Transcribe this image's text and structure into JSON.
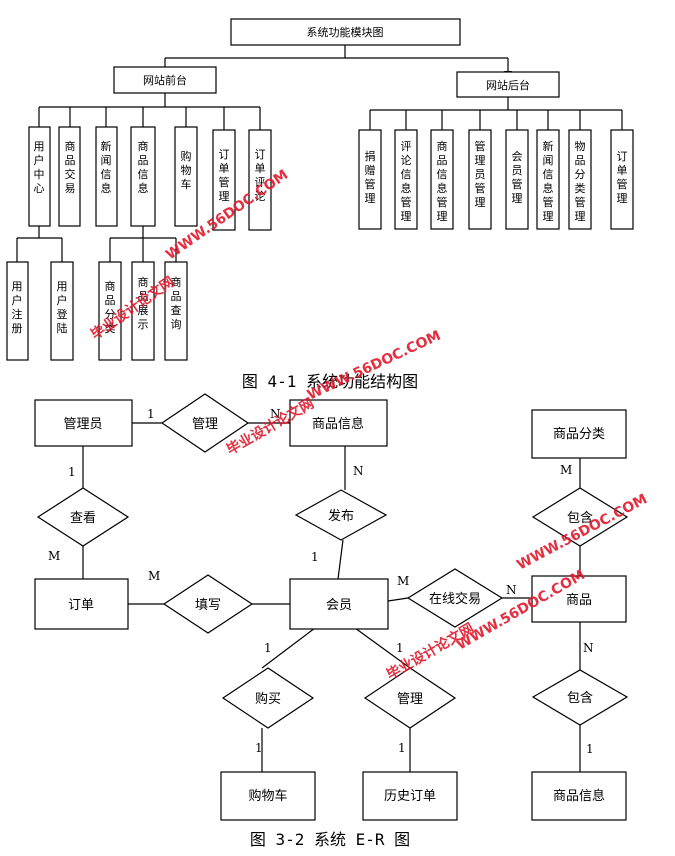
{
  "diagram1": {
    "root": "系统功能模块图",
    "front": "网站前台",
    "back": "网站后台",
    "front_modules": [
      "用户中心",
      "商品交易",
      "新闻信息",
      "商品信息",
      "购物车",
      "订单管理",
      "订单评论"
    ],
    "user_sub": [
      "用户注册",
      "用户登陆"
    ],
    "goods_sub": [
      "商品分类",
      "商品展示",
      "商品查询"
    ],
    "back_modules": [
      "捐赠管理",
      "评论信息管理",
      "商品信息管理",
      "管理员管理",
      "会员管理",
      "新闻信息管理",
      "物品分类管理",
      "订单管理"
    ],
    "caption": "图 4-1 系统功能结构图"
  },
  "diagram2": {
    "entities": {
      "admin": "管理员",
      "goods_info_top": "商品信息",
      "category": "商品分类",
      "order": "订单",
      "member": "会员",
      "goods": "商品",
      "cart": "购物车",
      "history": "历史订单",
      "goods_info": "商品信息"
    },
    "relations": {
      "manage": "管理",
      "view": "查看",
      "publish": "发布",
      "contain1": "包含",
      "fill": "填写",
      "trade": "在线交易",
      "contain2": "包含",
      "buy": "购买",
      "manage2": "管理"
    },
    "cardinalities": {
      "admin_manage": "1",
      "manage_goodsinfo": "N",
      "admin_view": "1",
      "view_order": "M",
      "goodsinfo_publish": "N",
      "publish_member": "1",
      "category_contain": "M",
      "order_fill": "M",
      "member_trade": "M",
      "trade_goods": "N",
      "goods_contain": "N",
      "contain_goodsinfo": "1",
      "member_buy": "1",
      "buy_cart": "1",
      "member_manage": "1",
      "manage_history": "1"
    },
    "caption": "图 3-2 系统 E-R 图"
  },
  "watermarks": [
    "WWW.56DOC.COM",
    "毕业设计论文网"
  ]
}
